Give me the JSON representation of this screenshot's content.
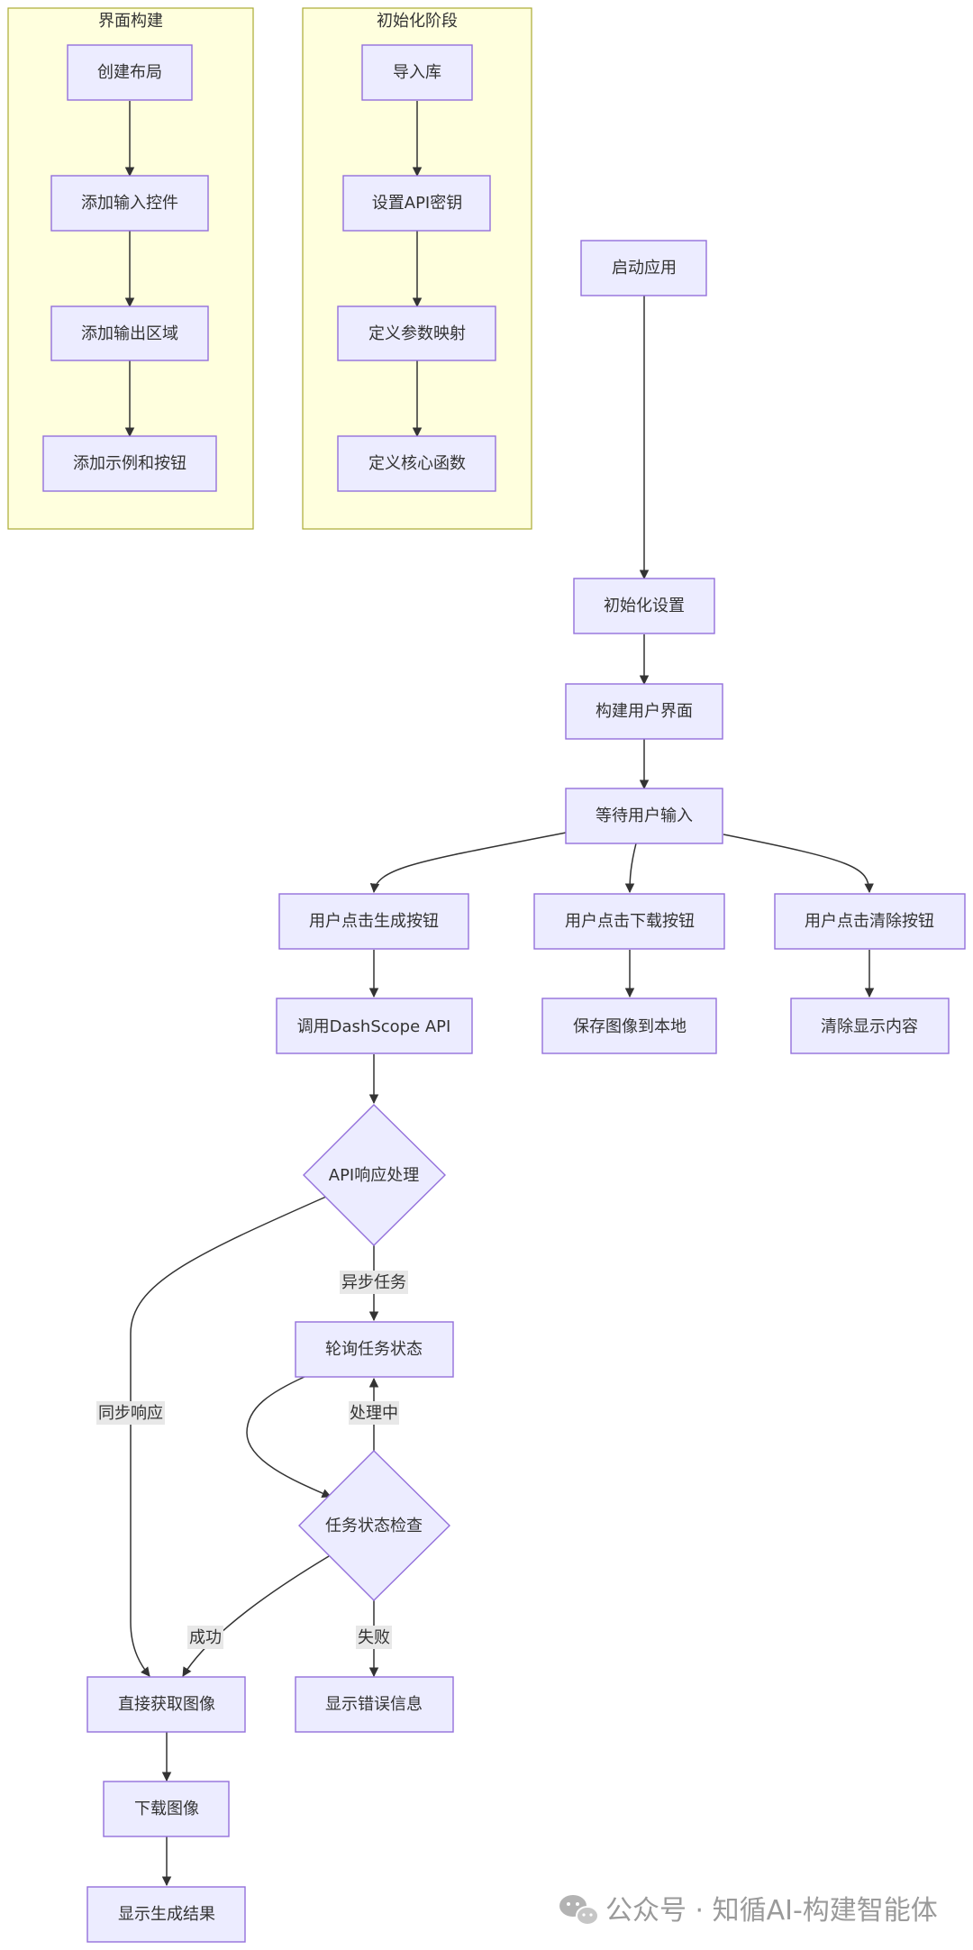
{
  "clusters": {
    "ui_build": {
      "title": "界面构建"
    },
    "init_stage": {
      "title": "初始化阶段"
    }
  },
  "nodes": {
    "create_layout": "创建布局",
    "add_input": "添加输入控件",
    "add_output": "添加输出区域",
    "add_examples": "添加示例和按钮",
    "import_libs": "导入库",
    "set_api_key": "设置API密钥",
    "define_params": "定义参数映射",
    "define_core": "定义核心函数",
    "start_app": "启动应用",
    "init_setup": "初始化设置",
    "build_ui": "构建用户界面",
    "wait_input": "等待用户输入",
    "click_generate": "用户点击生成按钮",
    "click_download": "用户点击下载按钮",
    "click_clear": "用户点击清除按钮",
    "call_api": "调用DashScope API",
    "save_local": "保存图像到本地",
    "clear_display": "清除显示内容",
    "api_response": "API响应处理",
    "poll_status": "轮询任务状态",
    "check_status": "任务状态检查",
    "get_image": "直接获取图像",
    "show_error": "显示错误信息",
    "download_image": "下载图像",
    "show_result": "显示生成结果"
  },
  "edge_labels": {
    "async_task": "异步任务",
    "sync_response": "同步响应",
    "processing": "处理中",
    "success": "成功",
    "failure": "失败"
  },
  "colors": {
    "node_fill": "#ECECFF",
    "node_stroke": "#9370DB",
    "cluster_fill": "#FFFFDE",
    "cluster_stroke": "#AAAA33",
    "edge": "#333333"
  },
  "watermark": {
    "icon": "wechat-icon",
    "text": "公众号 · 知循AI-构建智能体"
  }
}
